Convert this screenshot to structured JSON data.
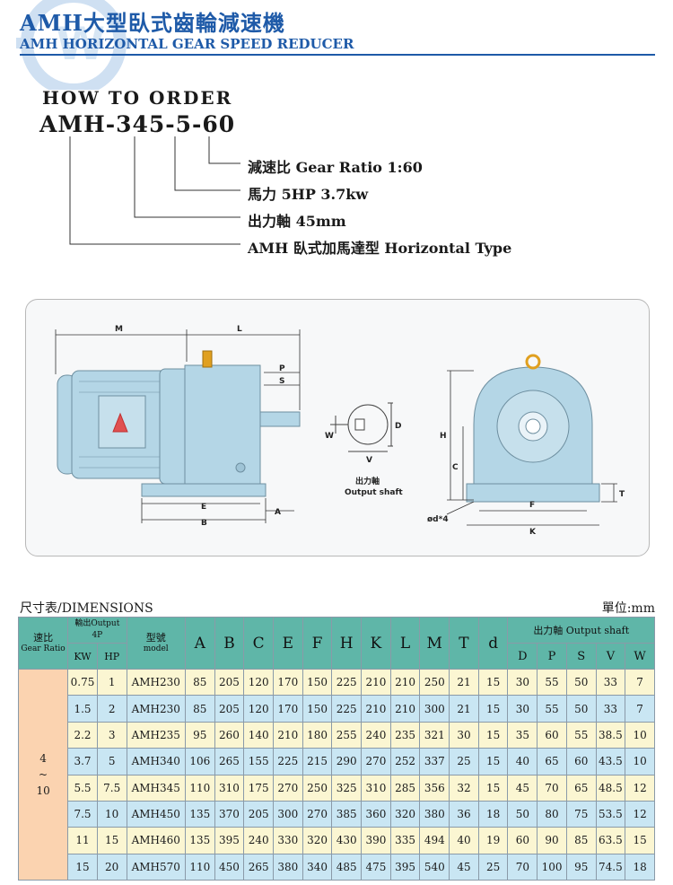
{
  "header": {
    "title_cn": "AMH大型臥式齒輪減速機",
    "title_en": "AMH HORIZONTAL GEAR SPEED REDUCER"
  },
  "order": {
    "heading": "HOW TO ORDER",
    "code": "AMH-345-5-60",
    "lines": [
      "減速比 Gear Ratio 1:60",
      "馬力 5HP 3.7kw",
      "出力軸 45mm",
      "AMH 臥式加馬達型 Horizontal Type"
    ]
  },
  "drawing": {
    "labels": {
      "M": "M",
      "L": "L",
      "P": "P",
      "S": "S",
      "E": "E",
      "B": "B",
      "A": "A",
      "W": "W",
      "V": "V",
      "D": "D",
      "H": "H",
      "C": "C",
      "F": "F",
      "K": "K",
      "T": "T",
      "d4": "ød*4"
    },
    "shaft_cn": "出力軸",
    "shaft_en": "Output shaft",
    "colors": {
      "body": "#b4d6e6",
      "outline": "#6e8fa0",
      "eyebolt": "#e0a020"
    }
  },
  "table": {
    "title": "尺寸表/DIMENSIONS",
    "unit": "單位:mm",
    "head": {
      "ratio_cn": "速比",
      "ratio_en": "Gear Ratio",
      "output_cn": "輸出Output 4P",
      "kw": "KW",
      "hp": "HP",
      "model_cn": "型號",
      "model_en": "model",
      "shaft": "出力軸 Output shaft",
      "cols": [
        "A",
        "B",
        "C",
        "E",
        "F",
        "H",
        "K",
        "L",
        "M",
        "T",
        "d"
      ],
      "shaft_cols": [
        "D",
        "P",
        "S",
        "V",
        "W"
      ]
    },
    "ratio": {
      "from": "4",
      "tilde": "~",
      "to": "10"
    },
    "rows": [
      [
        "0.75",
        "1",
        "AMH230",
        "85",
        "205",
        "120",
        "170",
        "150",
        "225",
        "210",
        "210",
        "250",
        "21",
        "15",
        "30",
        "55",
        "50",
        "33",
        "7"
      ],
      [
        "1.5",
        "2",
        "AMH230",
        "85",
        "205",
        "120",
        "170",
        "150",
        "225",
        "210",
        "210",
        "300",
        "21",
        "15",
        "30",
        "55",
        "50",
        "33",
        "7"
      ],
      [
        "2.2",
        "3",
        "AMH235",
        "95",
        "260",
        "140",
        "210",
        "180",
        "255",
        "240",
        "235",
        "321",
        "30",
        "15",
        "35",
        "60",
        "55",
        "38.5",
        "10"
      ],
      [
        "3.7",
        "5",
        "AMH340",
        "106",
        "265",
        "155",
        "225",
        "215",
        "290",
        "270",
        "252",
        "337",
        "25",
        "15",
        "40",
        "65",
        "60",
        "43.5",
        "10"
      ],
      [
        "5.5",
        "7.5",
        "AMH345",
        "110",
        "310",
        "175",
        "270",
        "250",
        "325",
        "310",
        "285",
        "356",
        "32",
        "15",
        "45",
        "70",
        "65",
        "48.5",
        "12"
      ],
      [
        "7.5",
        "10",
        "AMH450",
        "135",
        "370",
        "205",
        "300",
        "270",
        "385",
        "360",
        "320",
        "380",
        "36",
        "18",
        "50",
        "80",
        "75",
        "53.5",
        "12"
      ],
      [
        "11",
        "15",
        "AMH460",
        "135",
        "395",
        "240",
        "330",
        "320",
        "430",
        "390",
        "335",
        "494",
        "40",
        "19",
        "60",
        "90",
        "85",
        "63.5",
        "15"
      ],
      [
        "15",
        "20",
        "AMH570",
        "110",
        "450",
        "265",
        "380",
        "340",
        "485",
        "475",
        "395",
        "540",
        "45",
        "25",
        "70",
        "100",
        "95",
        "74.5",
        "18"
      ]
    ]
  }
}
